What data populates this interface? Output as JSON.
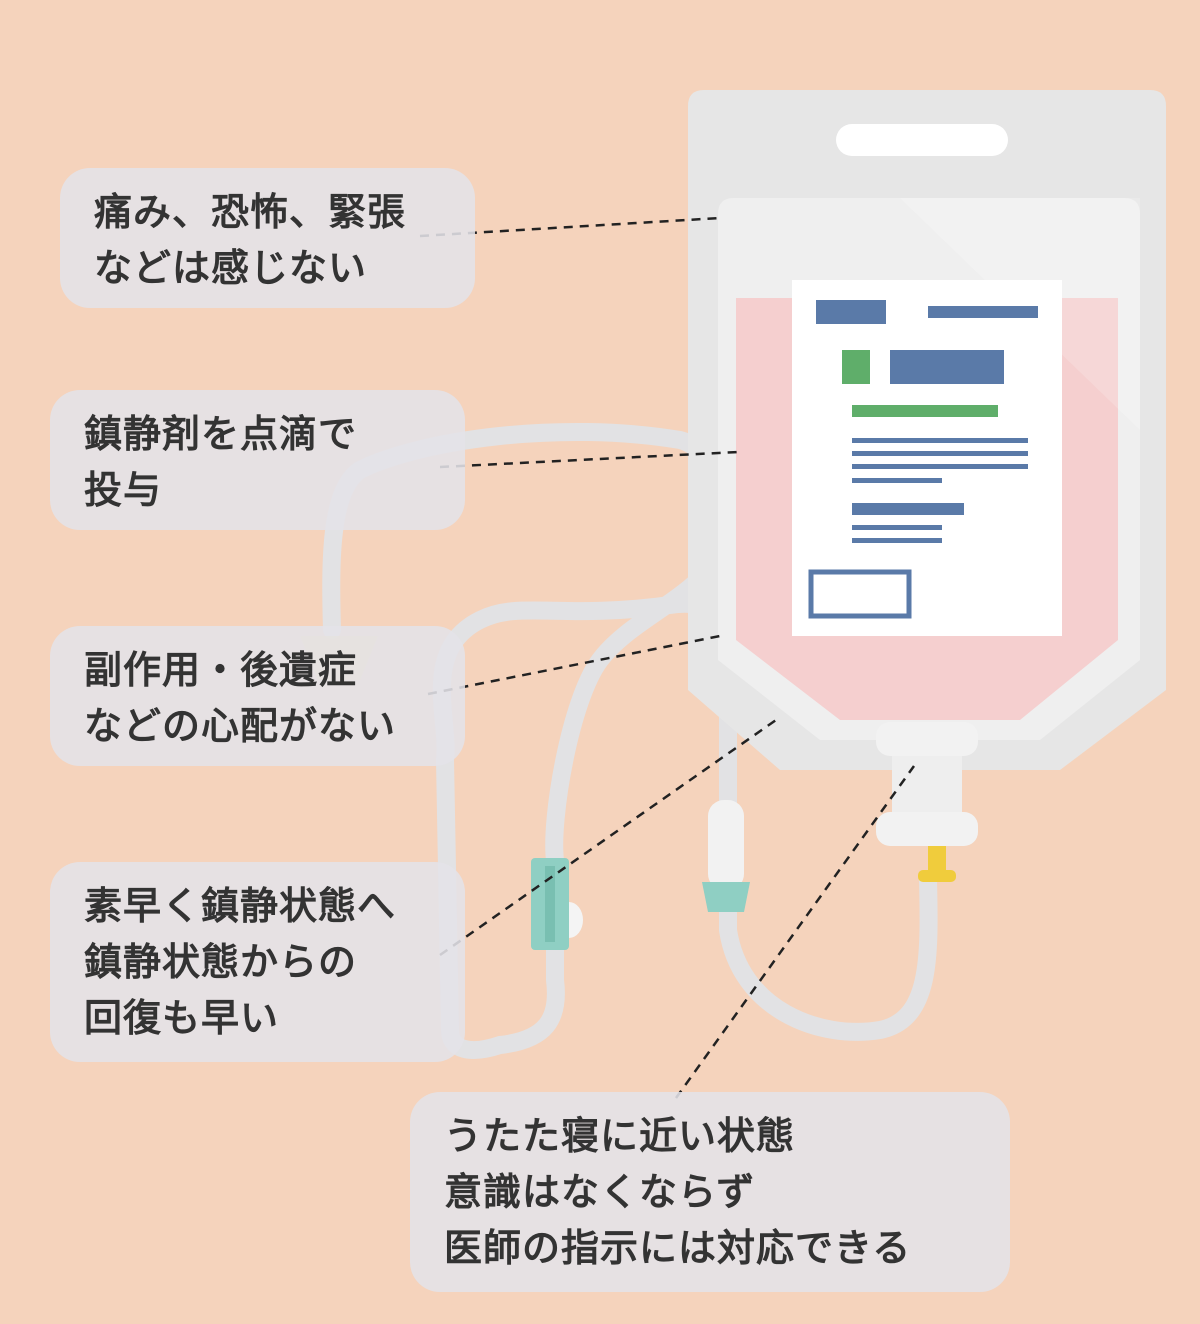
{
  "colors": {
    "background": "#f5d3bc",
    "bag": "#e6e6e6",
    "fluid": "#f5cfcf",
    "tube": "#e2e2e4",
    "label_blue": "#5a7aa8",
    "label_green": "#5fae6a",
    "clamp_teal": "#8fcfc3",
    "connector_yellow": "#f0cc3c",
    "callout_bg": "#e4e2e8",
    "text": "#333333"
  },
  "illustration": {
    "bag_icon": "iv-drip-bag-icon",
    "hanger_icon": "hanger-slot-icon",
    "label_icon": "medicine-label-icon",
    "clamp_icon": "roller-clamp-icon",
    "drip_chamber_icon": "drip-chamber-icon",
    "connector_icon": "connector-icon"
  },
  "callouts": [
    {
      "lines": [
        "痛み、恐怖、緊張",
        "などは感じない"
      ]
    },
    {
      "lines": [
        "鎮静剤を点滴で",
        "投与"
      ]
    },
    {
      "lines": [
        "副作用・後遺症",
        "などの心配がない"
      ]
    },
    {
      "lines": [
        "素早く鎮静状態へ",
        "鎮静状態からの",
        "回復も早い"
      ]
    },
    {
      "lines": [
        "うたた寝に近い状態",
        "意識はなくならず",
        "医師の指示には対応できる"
      ]
    }
  ]
}
